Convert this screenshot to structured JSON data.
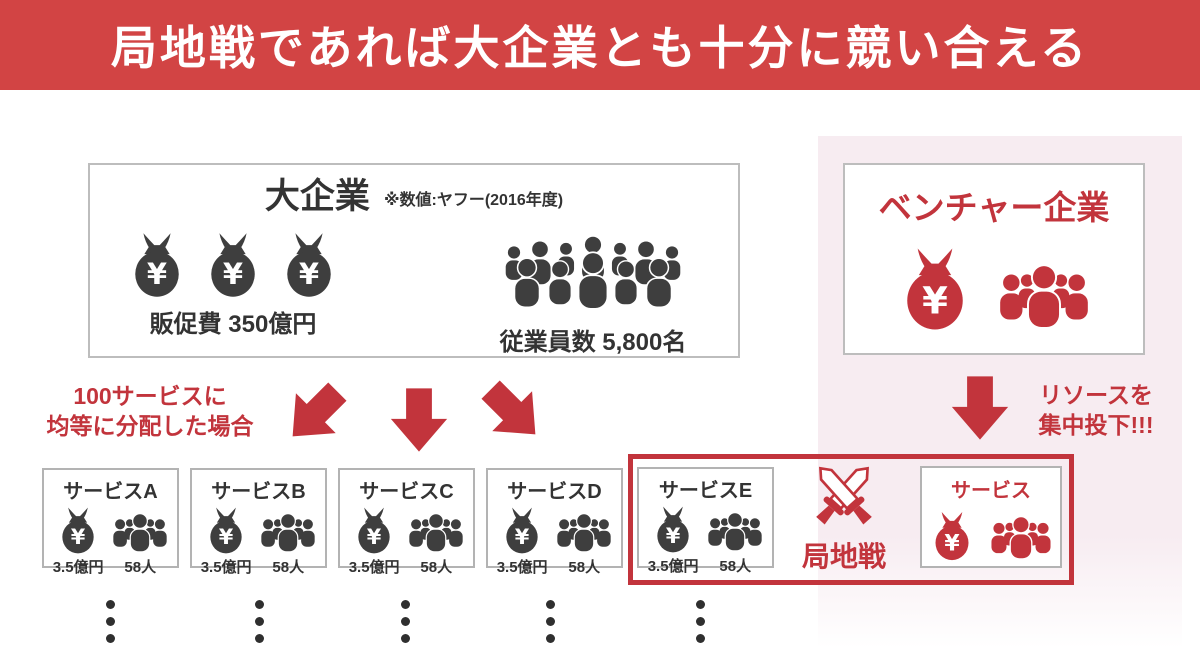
{
  "slide_title": "局地戦であれば大企業とも十分に競い合える",
  "colors": {
    "bar_red": "#d24444",
    "accent_red": "#c2343c",
    "icon_dark": "#3e3e3e",
    "panel_pink": "#f7ecf1",
    "box_border": "#bdbdbd"
  },
  "enterprise": {
    "title": "大企業",
    "note": "※数値:ヤフー(2016年度)",
    "budget_label": "販促費 350億円",
    "employees_label": "従業員数 5,800名"
  },
  "venture": {
    "title": "ベンチャー企業"
  },
  "distribution_caption": {
    "line1": "100サービスに",
    "line2": "均等に分配した場合"
  },
  "invest_caption": {
    "line1": "リソースを",
    "line2": "集中投下!!!"
  },
  "services": [
    {
      "name": "サービスA",
      "budget": "3.5億円",
      "staff": "58人"
    },
    {
      "name": "サービスB",
      "budget": "3.5億円",
      "staff": "58人"
    },
    {
      "name": "サービスC",
      "budget": "3.5億円",
      "staff": "58人"
    },
    {
      "name": "サービスD",
      "budget": "3.5億円",
      "staff": "58人"
    },
    {
      "name": "サービスE",
      "budget": "3.5億円",
      "staff": "58人"
    }
  ],
  "battle": {
    "label": "局地戦"
  },
  "venture_service": {
    "name": "サービス"
  }
}
